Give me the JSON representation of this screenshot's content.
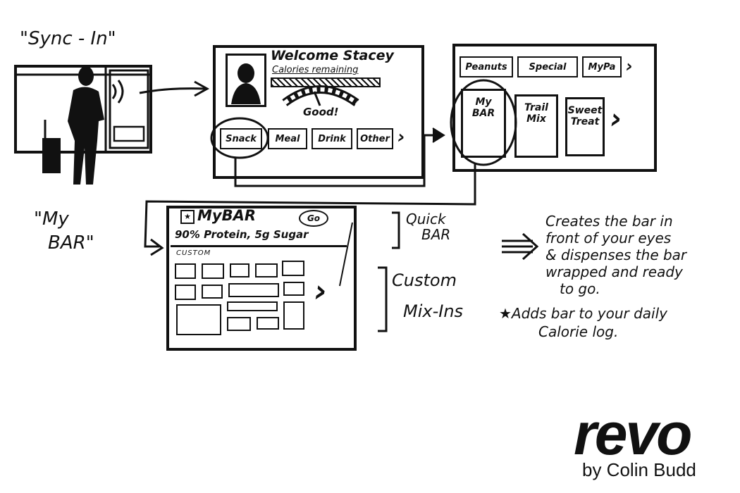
{
  "labels": {
    "sync_in": "\"Sync - In\"",
    "my_bar_line1": "\"My",
    "my_bar_line2": "BAR\""
  },
  "screen1": {
    "welcome": "Welcome Stacey",
    "calories": "Calories remaining",
    "gauge_text": "Good!",
    "tabs": [
      "Snack",
      "Meal",
      "Drink",
      "Other"
    ]
  },
  "screen2": {
    "tabs": [
      "Peanuts",
      "Special",
      "MyPa"
    ],
    "tiles": [
      {
        "line1": "My",
        "line2": "BAR"
      },
      {
        "line1": "Trail",
        "line2": "Mix"
      },
      {
        "line1": "Sweet",
        "line2": "Treat"
      }
    ]
  },
  "screen3": {
    "title": "MyBAR",
    "go": "Go",
    "subtitle": "90% Protein, 5g Sugar",
    "custom": "CUSTOM"
  },
  "annotations": {
    "quick_bar_1": "Quick",
    "quick_bar_2": "BAR",
    "custom_1": "Custom",
    "custom_2": "Mix-Ins",
    "desc_1": "Creates the bar in",
    "desc_2": "front of your eyes",
    "desc_3": "& dispenses the bar",
    "desc_4": "wrapped and ready",
    "desc_5": "to go.",
    "note_1": "★Adds bar to your daily",
    "note_2": "Calorie log."
  },
  "brand": {
    "logo": "revo",
    "byline": "by Colin Budd"
  }
}
